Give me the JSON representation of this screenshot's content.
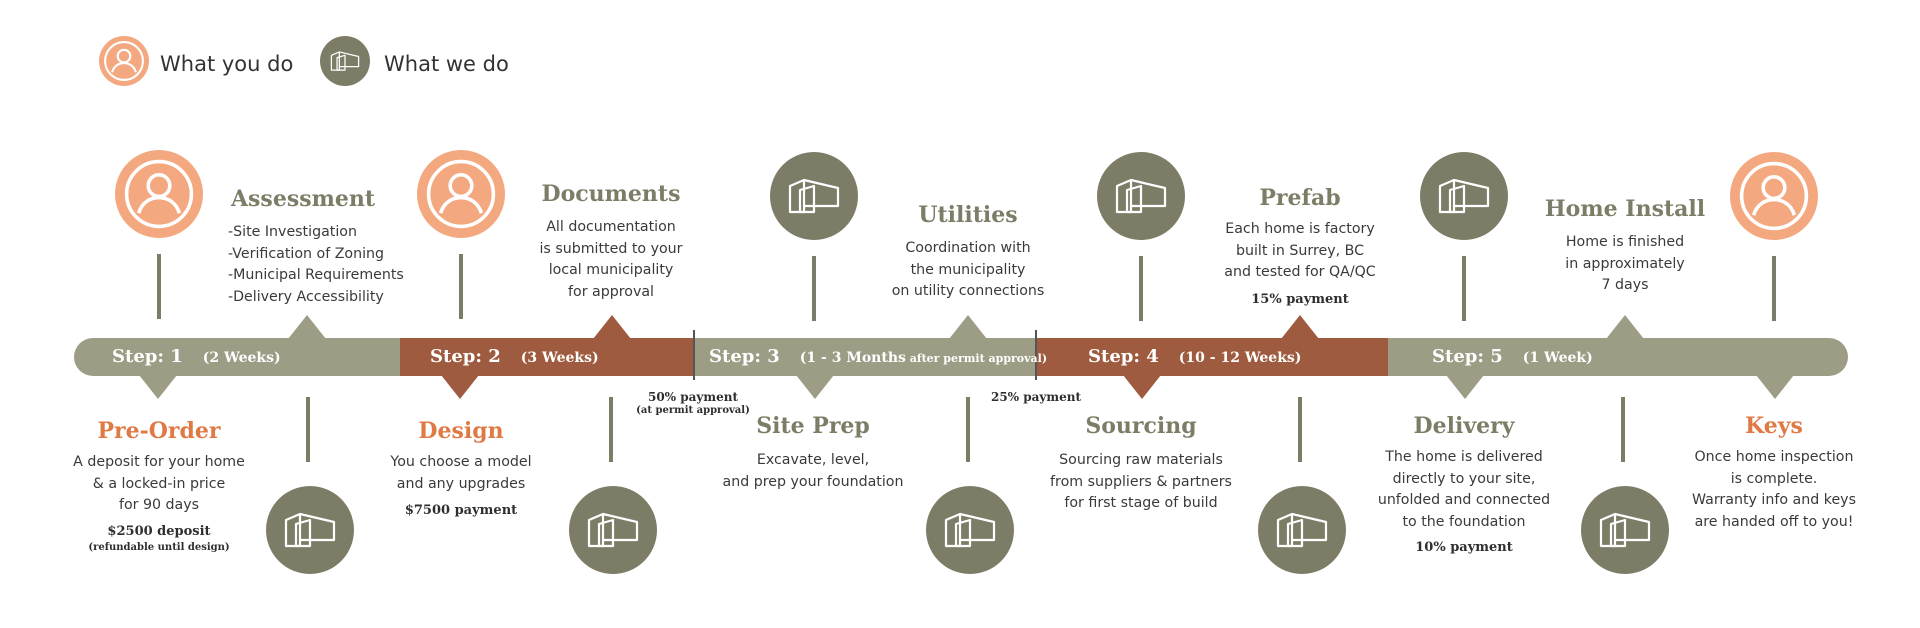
{
  "legend": {
    "you": "What you do",
    "we": "What we do"
  },
  "colors": {
    "you_accent": "#f3a880",
    "we_accent": "#7d7d67",
    "bar_green": "#9d9d86",
    "bar_brown": "#9f5b3f",
    "title_orange": "#e07a45"
  },
  "steps": [
    {
      "label": "Step: 1",
      "duration": "(2 Weeks)"
    },
    {
      "label": "Step: 2",
      "duration": "(3 Weeks)"
    },
    {
      "label": "Step: 3",
      "duration": "(1 - 3 Months",
      "duration_small": " after permit approval)"
    },
    {
      "label": "Step: 4",
      "duration": "(10 - 12 Weeks)"
    },
    {
      "label": "Step: 5",
      "duration": "(1 Week)"
    }
  ],
  "milestones": {
    "pre_order": {
      "title": "Pre-Order",
      "lines": [
        "A deposit for your home",
        "& a locked-in price",
        "for 90 days"
      ],
      "payment": "$2500 deposit",
      "note": "(refundable until design)"
    },
    "assessment": {
      "title": "Assessment",
      "lines": [
        "-Site Investigation",
        "-Verification of Zoning",
        "-Municipal Requirements",
        "-Delivery Accessibility"
      ]
    },
    "design": {
      "title": "Design",
      "lines": [
        "You choose a model",
        "and any upgrades"
      ],
      "payment": "$7500 payment"
    },
    "documents": {
      "title": "Documents",
      "lines": [
        "All documentation",
        "is submitted to your",
        "local municipality",
        "for approval"
      ]
    },
    "site_prep": {
      "title": "Site Prep",
      "lines": [
        "Excavate, level,",
        "and prep your foundation"
      ]
    },
    "utilities": {
      "title": "Utilities",
      "lines": [
        "Coordination with",
        "the municipality",
        "on utility connections"
      ]
    },
    "sourcing": {
      "title": "Sourcing",
      "lines": [
        "Sourcing raw materials",
        "from suppliers & partners",
        "for first stage of build"
      ]
    },
    "prefab": {
      "title": "Prefab",
      "lines": [
        "Each home is factory",
        "built in Surrey, BC",
        "and tested for QA/QC"
      ],
      "payment": "15% payment"
    },
    "delivery": {
      "title": "Delivery",
      "lines": [
        "The home is delivered",
        "directly to your site,",
        "unfolded and connected",
        "to the foundation"
      ],
      "payment": "10% payment"
    },
    "home_install": {
      "title": "Home Install",
      "lines": [
        "Home is finished",
        "in approximately",
        "7 days"
      ]
    },
    "keys": {
      "title": "Keys",
      "lines": [
        "Once home inspection",
        "is complete.",
        "Warranty info and keys",
        "are handed off to you!"
      ]
    }
  },
  "divider_notes": {
    "first": {
      "payment": "50% payment",
      "note": "(at permit approval)"
    },
    "second": {
      "payment": "25% payment"
    }
  }
}
